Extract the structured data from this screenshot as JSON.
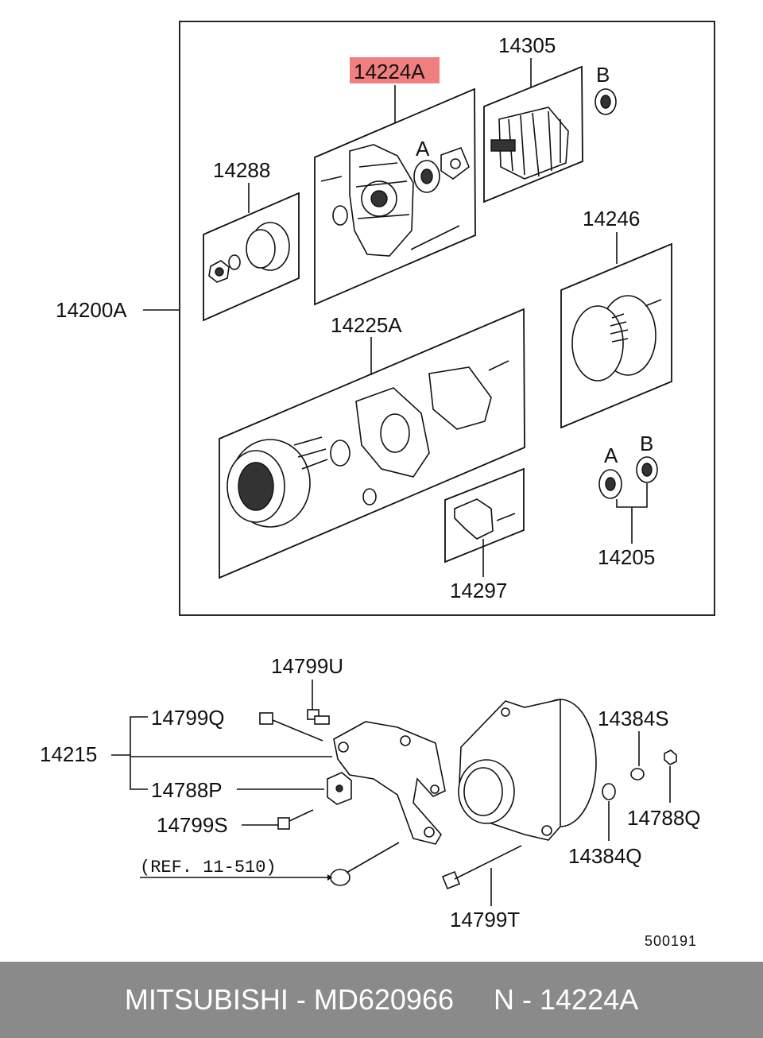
{
  "labels": {
    "l14200a": "14200A",
    "l14224a": "14224A",
    "l14305": "14305",
    "lB1": "B",
    "lA1": "A",
    "l14288": "14288",
    "l14246": "14246",
    "l14225a": "14225A",
    "lA2": "A",
    "lB2": "B",
    "l14205": "14205",
    "l14297": "14297",
    "l14799u": "14799U",
    "l14799q": "14799Q",
    "l14215": "14215",
    "l14788p": "14788P",
    "l14799s": "14799S",
    "l14384s": "14384S",
    "l14788q": "14788Q",
    "l14384q": "14384Q",
    "l14799t": "14799T",
    "ref": "(REF. 11-510)",
    "code": "500191"
  },
  "highlight_color": "#f08080",
  "footer": {
    "brand": "MITSUBISHI - MD620966",
    "part": "N - 14224A"
  }
}
